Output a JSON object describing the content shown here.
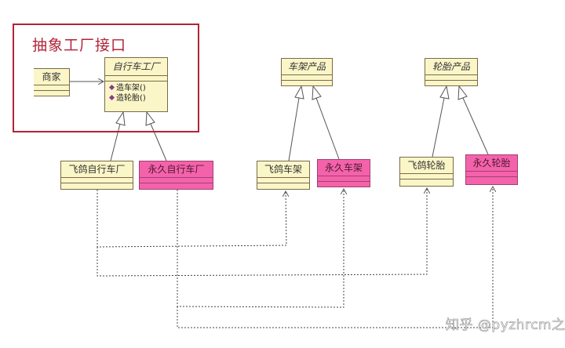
{
  "frame": {
    "title": "抽象工厂接口",
    "border_color": "#b0243a"
  },
  "classes": {
    "merchant": {
      "name": "商家"
    },
    "bike_factory": {
      "name": "自行车工厂",
      "abstract": true,
      "operations": [
        "造车架()",
        "造轮胎()"
      ]
    },
    "frame_product": {
      "name": "车架产品",
      "abstract": true
    },
    "tire_product": {
      "name": "轮胎产品",
      "abstract": true
    },
    "feige_factory": {
      "name": "飞鸽自行车厂"
    },
    "yongjiu_factory": {
      "name": "永久自行车厂"
    },
    "feige_frame": {
      "name": "飞鸽车架"
    },
    "yongjiu_frame": {
      "name": "永久车架"
    },
    "feige_tire": {
      "name": "飞鸽轮胎"
    },
    "yongjiu_tire": {
      "name": "永久轮胎"
    }
  },
  "colors": {
    "class_fill": "#fbf6c8",
    "concrete_yongjiu_fill": "#f562ac",
    "line": "#555555"
  },
  "relations": [
    {
      "type": "association",
      "from": "商家",
      "to": "自行车工厂"
    },
    {
      "type": "generalization",
      "from": "飞鸽自行车厂",
      "to": "自行车工厂"
    },
    {
      "type": "generalization",
      "from": "永久自行车厂",
      "to": "自行车工厂"
    },
    {
      "type": "generalization",
      "from": "飞鸽车架",
      "to": "车架产品"
    },
    {
      "type": "generalization",
      "from": "永久车架",
      "to": "车架产品"
    },
    {
      "type": "generalization",
      "from": "飞鸽轮胎",
      "to": "轮胎产品"
    },
    {
      "type": "generalization",
      "from": "永久轮胎",
      "to": "轮胎产品"
    },
    {
      "type": "dependency",
      "from": "飞鸽自行车厂",
      "to": "飞鸽车架"
    },
    {
      "type": "dependency",
      "from": "飞鸽自行车厂",
      "to": "飞鸽轮胎"
    },
    {
      "type": "dependency",
      "from": "永久自行车厂",
      "to": "永久车架"
    },
    {
      "type": "dependency",
      "from": "永久自行车厂",
      "to": "永久轮胎"
    }
  ],
  "watermark": "知乎 @pyzhrcm之战"
}
